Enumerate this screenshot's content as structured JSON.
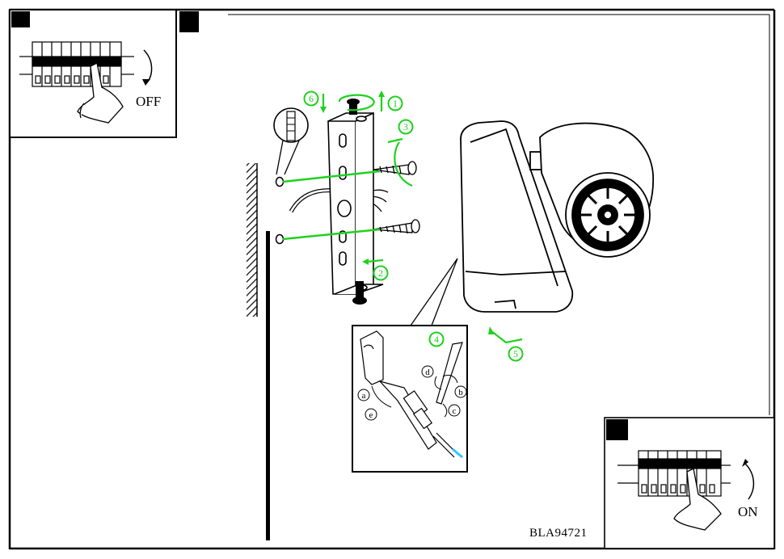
{
  "panels": {
    "power_off": {
      "label": "OFF"
    },
    "power_on": {
      "label": "ON"
    }
  },
  "steps": [
    "1",
    "2",
    "3",
    "4",
    "5",
    "6"
  ],
  "detail_steps": [
    "a",
    "b",
    "c",
    "d",
    "e"
  ],
  "product_code": "BLA94721",
  "colors": {
    "line": "#000000",
    "step_marker": "#1fd11f",
    "highlight": "#33c3ff",
    "background": "#ffffff"
  }
}
